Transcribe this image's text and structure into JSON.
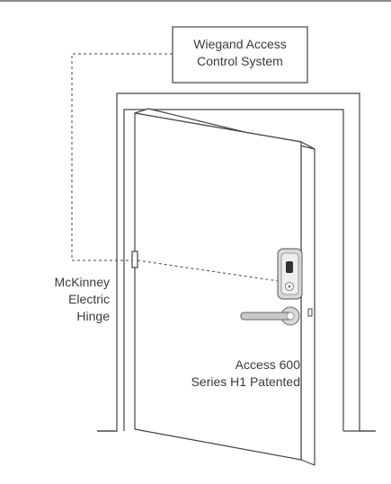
{
  "labels": {
    "access_control": {
      "line1": "Wiegand Access",
      "line2": "Control System"
    },
    "hinge": {
      "line1": "McKinney",
      "line2": "Electric",
      "line3": "Hinge"
    },
    "lockset": {
      "line1": "Access 600",
      "line2": "Series H1 Patented"
    }
  },
  "colors": {
    "line": "#444444",
    "lock_fill": "#d9d9d9",
    "lock_face": "#eeeeee",
    "lever": "#c9c9c9",
    "keyhole": "#333333"
  },
  "icons": {
    "lockset": "keypad-lock-icon",
    "lever": "lever-handle-icon",
    "hinge": "electric-hinge-icon"
  }
}
